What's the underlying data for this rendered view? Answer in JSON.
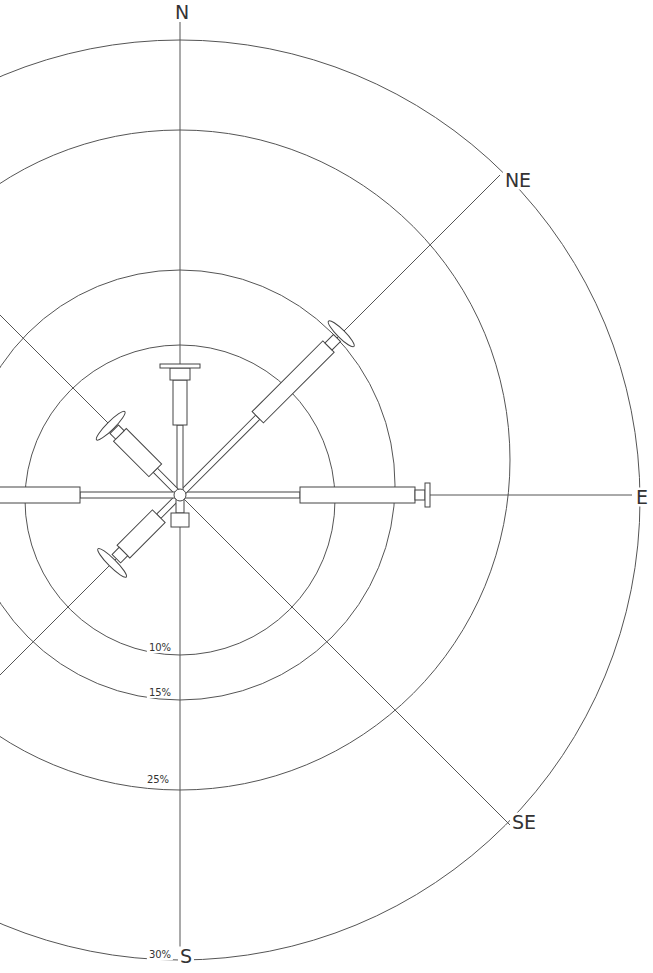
{
  "diagram": {
    "labels": [
      "N",
      "NE",
      "E",
      "10%",
      "15%",
      "SE",
      "25%",
      "30%",
      "S"
    ]
  }
}
